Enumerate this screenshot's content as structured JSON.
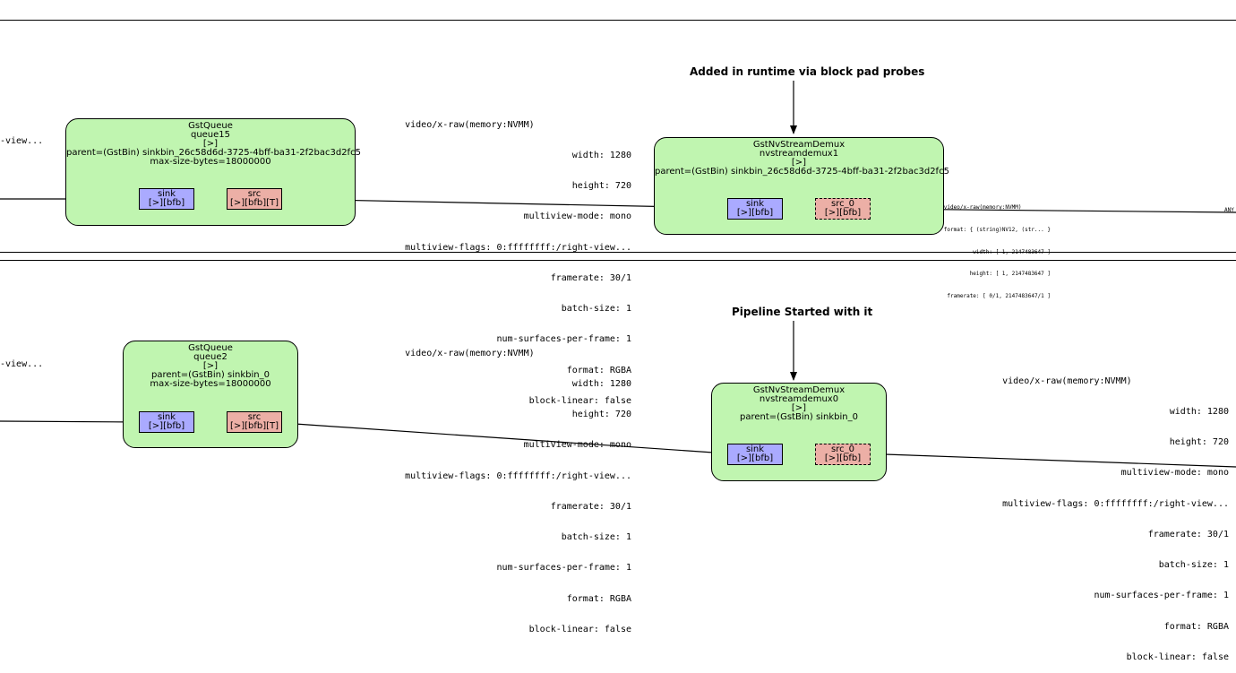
{
  "annotations": {
    "top": "Added in runtime via block pad probes",
    "bottom": "Pipeline Started with it"
  },
  "cut_labels": {
    "left_top": "-view...",
    "left_bottom": "-view...",
    "right_top": "ANY"
  },
  "top_cluster": {
    "queue": {
      "lines": [
        "GstQueue",
        "queue15",
        "[>]",
        "parent=(GstBin) sinkbin_26c58d6d-3725-4bff-ba31-2f2bac3d2fc5",
        "max-size-bytes=18000000"
      ],
      "sink": [
        "sink",
        "[>][bfb]"
      ],
      "src": [
        "src",
        "[>][bfb][T]"
      ]
    },
    "caps": [
      "video/x-raw(memory:NVMM)",
      "width: 1280",
      "height: 720",
      "multiview-mode: mono",
      "multiview-flags: 0:ffffffff:/right-view...",
      "framerate: 30/1",
      "batch-size: 1",
      "num-surfaces-per-frame: 1",
      "format: RGBA",
      "block-linear: false"
    ],
    "demux": {
      "lines": [
        "GstNvStreamDemux",
        "nvstreamdemux1",
        "[>]",
        "parent=(GstBin) sinkbin_26c58d6d-3725-4bff-ba31-2f2bac3d2fc5"
      ],
      "sink": [
        "sink",
        "[>][bfb]"
      ],
      "src": [
        "src_0",
        "[>][bfb]"
      ]
    },
    "src_caps": [
      "video/x-raw(memory:NVMM)",
      "format: { (string)NV12, (str... }",
      "width: [ 1, 2147483647 ]",
      "height: [ 1, 2147483647 ]",
      "framerate: [ 0/1, 2147483647/1 ]"
    ]
  },
  "bottom_cluster": {
    "queue": {
      "lines": [
        "GstQueue",
        "queue2",
        "[>]",
        "parent=(GstBin) sinkbin_0",
        "max-size-bytes=18000000"
      ],
      "sink": [
        "sink",
        "[>][bfb]"
      ],
      "src": [
        "src",
        "[>][bfb][T]"
      ]
    },
    "caps": [
      "video/x-raw(memory:NVMM)",
      "width: 1280",
      "height: 720",
      "multiview-mode: mono",
      "multiview-flags: 0:ffffffff:/right-view...",
      "framerate: 30/1",
      "batch-size: 1",
      "num-surfaces-per-frame: 1",
      "format: RGBA",
      "block-linear: false"
    ],
    "demux": {
      "lines": [
        "GstNvStreamDemux",
        "nvstreamdemux0",
        "[>]",
        "parent=(GstBin) sinkbin_0"
      ],
      "sink": [
        "sink",
        "[>][bfb]"
      ],
      "src": [
        "src_0",
        "[>][bfb]"
      ]
    },
    "src_caps": [
      "video/x-raw(memory:NVMM)",
      "width: 1280",
      "height: 720",
      "multiview-mode: mono",
      "multiview-flags: 0:ffffffff:/right-view...",
      "framerate: 30/1",
      "batch-size: 1",
      "num-surfaces-per-frame: 1",
      "format: RGBA",
      "block-linear: false"
    ]
  }
}
